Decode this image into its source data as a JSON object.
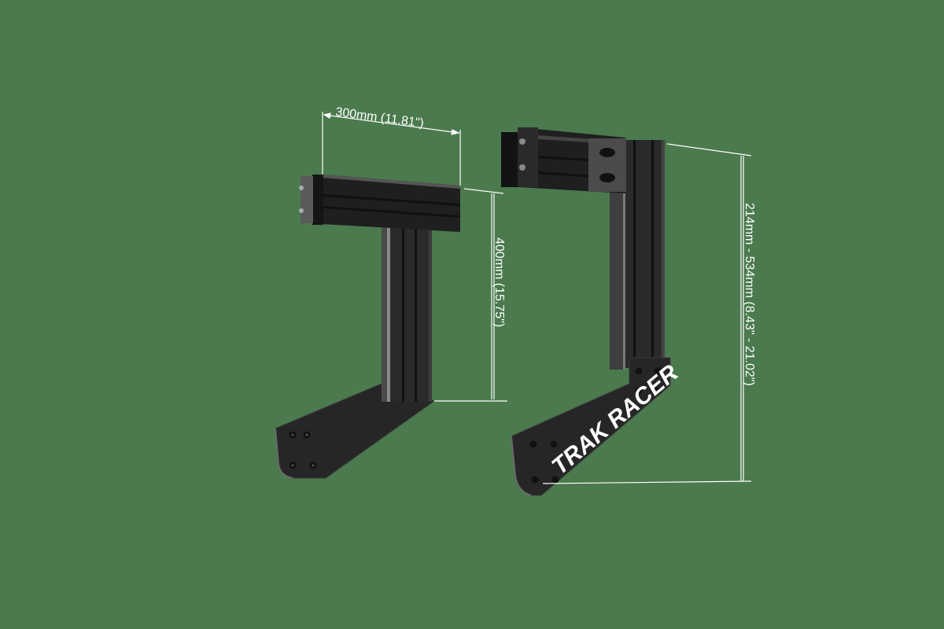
{
  "background_color": "#4a7a4d",
  "product": {
    "brand_label": "TRAK RACER",
    "parts": [
      {
        "name": "left-bracket",
        "description": "T-shaped aluminium profile bracket with angled foot plate"
      },
      {
        "name": "right-bracket",
        "description": "Adjustable aluminium profile bracket with angled foot plate"
      }
    ]
  },
  "dimensions": {
    "width_label": "300mm (11.81\")",
    "height_left_label": "400mm (15.75\")",
    "height_right_label": "214mm - 534mm (8.43\" - 21.02\")"
  },
  "colors": {
    "metal_dark": "#222222",
    "metal_mid": "#2e2e2e",
    "metal_light": "#5a5a5a",
    "plate_grey": "#4b4b4b",
    "annotation": "#ffffff"
  }
}
